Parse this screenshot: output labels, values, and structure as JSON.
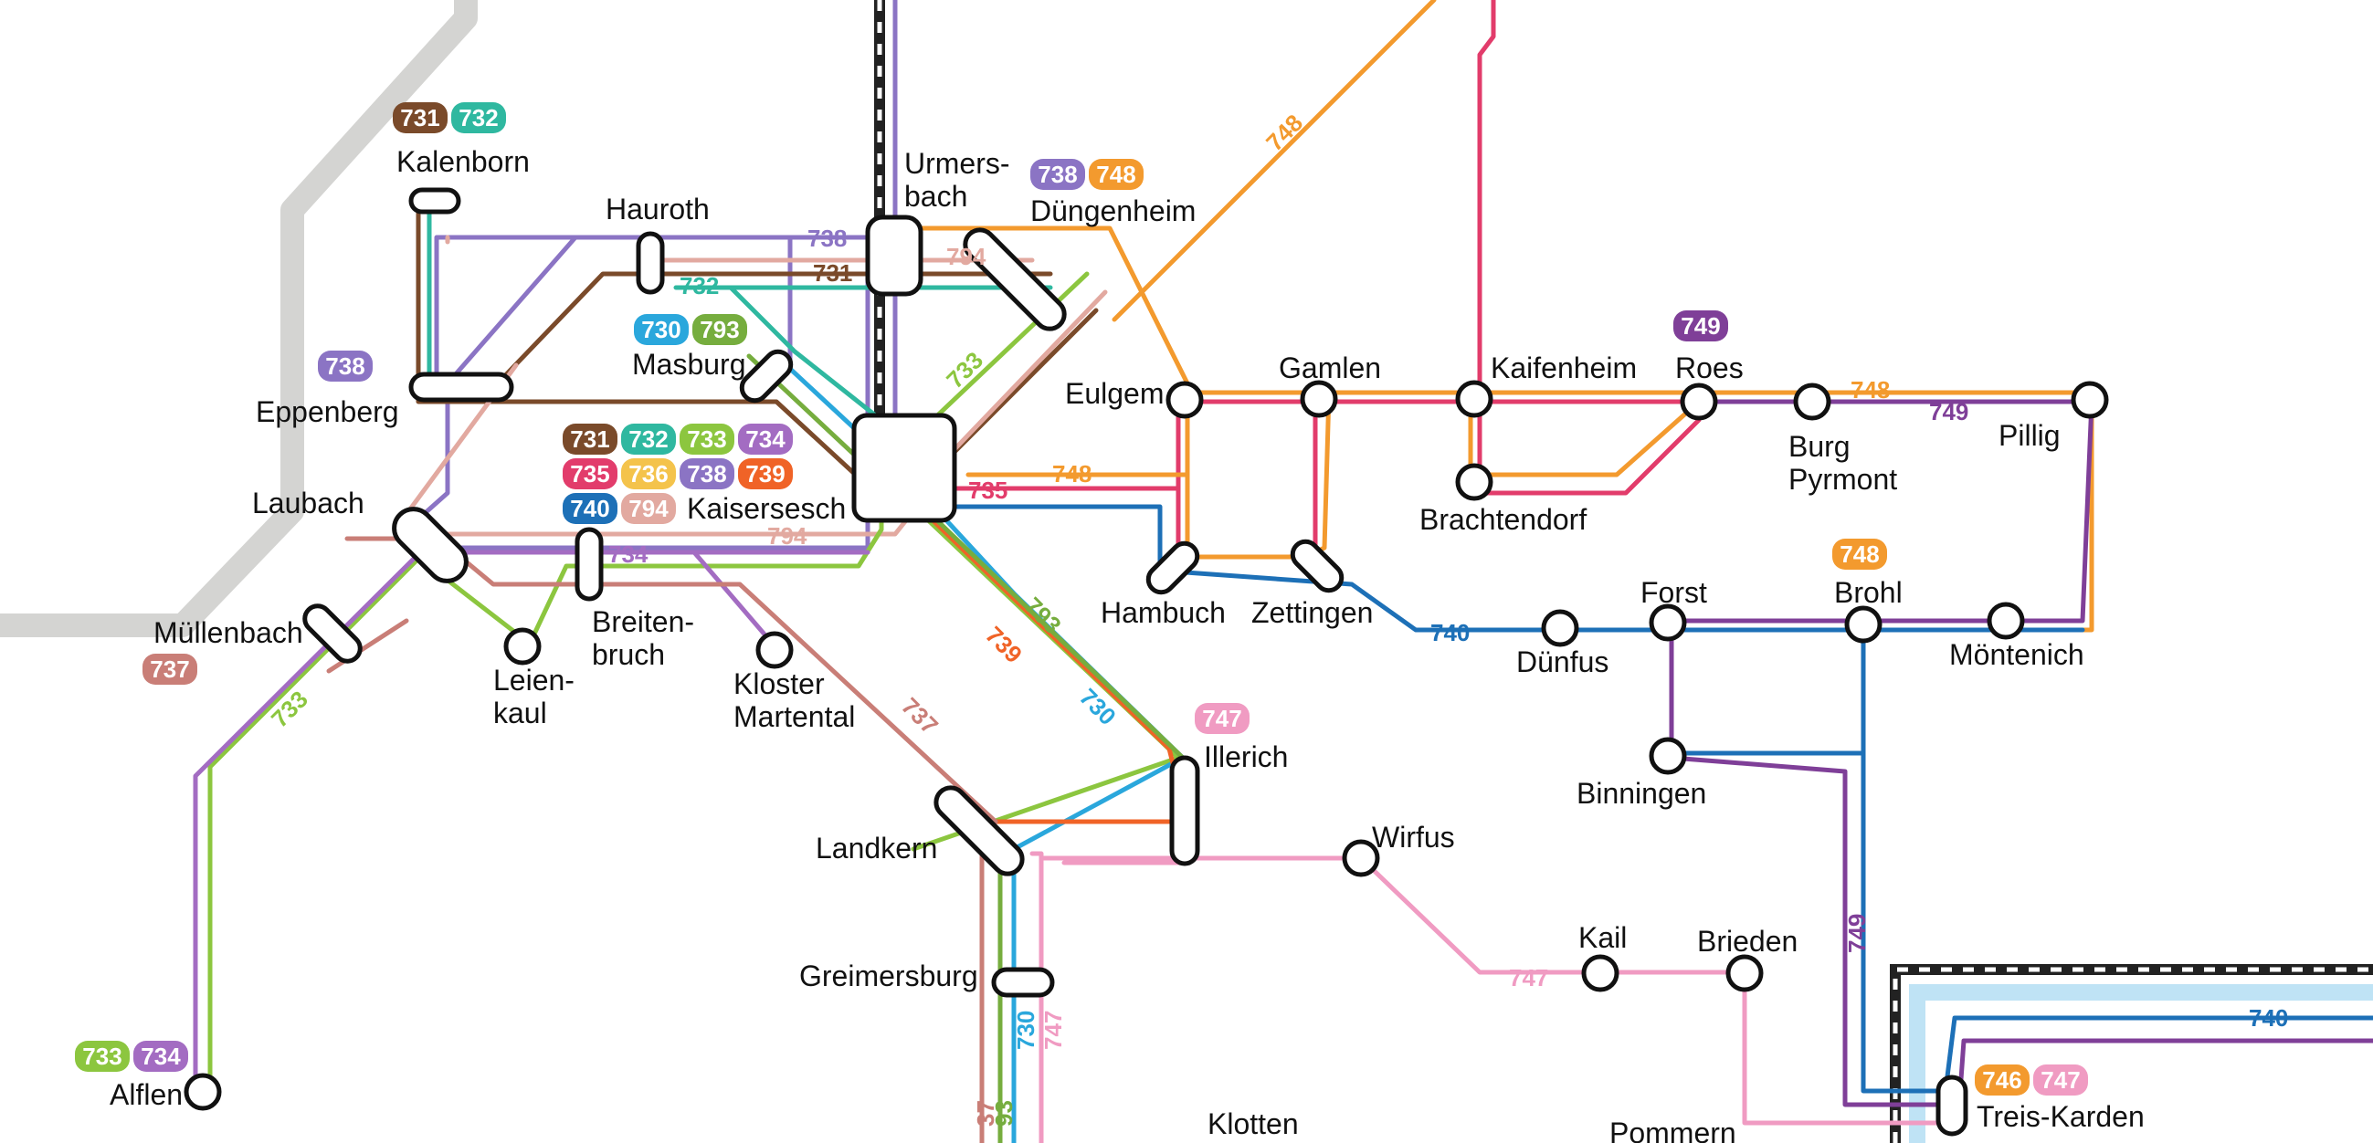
{
  "colors": {
    "730": "#2aa7dc",
    "731": "#7a4a2a",
    "732": "#2fb8a0",
    "733": "#8cc63f",
    "734": "#a36cc2",
    "735": "#e23c6b",
    "736": "#f4c34b",
    "737": "#c97e77",
    "738": "#8b74c4",
    "739": "#f06327",
    "740": "#1d70b7",
    "746": "#f39a2e",
    "747": "#f09bc2",
    "748": "#f39a2e",
    "749": "#7f3f98",
    "793": "#76ad3e",
    "794": "#e2a9a0",
    "rail": "#222222",
    "river": "#bfe3f5",
    "border": "#d4d4d2"
  },
  "stations": {
    "kalenborn": "Kalenborn",
    "hauroth": "Hauroth",
    "urmersbach_1": "Urmers-",
    "urmersbach_2": "bach",
    "dungenheim": "Düngenheim",
    "eppenberg": "Eppenberg",
    "masburg": "Masburg",
    "kaisersesch": "Kaisersesch",
    "laubach": "Laubach",
    "mullenbach": "Müllenbach",
    "leienkaul_1": "Leien-",
    "leienkaul_2": "kaul",
    "breitenbruch_1": "Breiten-",
    "breitenbruch_2": "bruch",
    "kloster_1": "Kloster",
    "kloster_2": "Martental",
    "eulgem": "Eulgem",
    "gamlen": "Gamlen",
    "kaifenheim": "Kaifenheim",
    "roes": "Roes",
    "burg_1": "Burg",
    "burg_2": "Pyrmont",
    "pillig": "Pillig",
    "brachtendorf": "Brachtendorf",
    "hambuch": "Hambuch",
    "zettingen": "Zettingen",
    "dunfus": "Dünfus",
    "forst": "Forst",
    "brohl": "Brohl",
    "montenich": "Möntenich",
    "binningen": "Binningen",
    "illerich": "Illerich",
    "wirfus": "Wirfus",
    "landkern": "Landkern",
    "greimersburg": "Greimersburg",
    "kail": "Kail",
    "brieden": "Brieden",
    "alflen": "Alflen",
    "klotten": "Klotten",
    "pommern": "Pommern",
    "treis_karden": "Treis-Karden"
  },
  "line_labels": {
    "l738_top": "738",
    "l731_top": "731",
    "l794_top": "794",
    "l732_top": "732",
    "l733_diag": "733",
    "l748_diag": "748",
    "l748_kais": "748",
    "l735_kais": "735",
    "l794_laub": "794",
    "l734_laub": "734",
    "l733_mull": "733",
    "l739_diag": "739",
    "l793_diag": "793",
    "l730_diag": "730",
    "l737_diag": "737",
    "l740_dun": "740",
    "l748_roes": "748",
    "l749_pill": "749",
    "l747_kail": "747",
    "l749_vert": "749",
    "l730_vert": "730",
    "l747_vert": "747",
    "l740_river": "740",
    "l737_bot": "37",
    "l793_bot": "93"
  },
  "badges": {
    "kalenborn": [
      "731",
      "732"
    ],
    "dungenheim": [
      "738",
      "748"
    ],
    "eppenberg": [
      "738"
    ],
    "masburg": [
      "730",
      "793"
    ],
    "kaisersesch_r1": [
      "731",
      "732",
      "733",
      "734"
    ],
    "kaisersesch_r2": [
      "735",
      "736",
      "738",
      "739"
    ],
    "kaisersesch_r3": [
      "740",
      "794"
    ],
    "roes": [
      "749"
    ],
    "brohl": [
      "748"
    ],
    "mullenbach": [
      "737"
    ],
    "illerich": [
      "747"
    ],
    "alflen": [
      "733",
      "734"
    ],
    "treis_karden": [
      "746",
      "747"
    ]
  }
}
